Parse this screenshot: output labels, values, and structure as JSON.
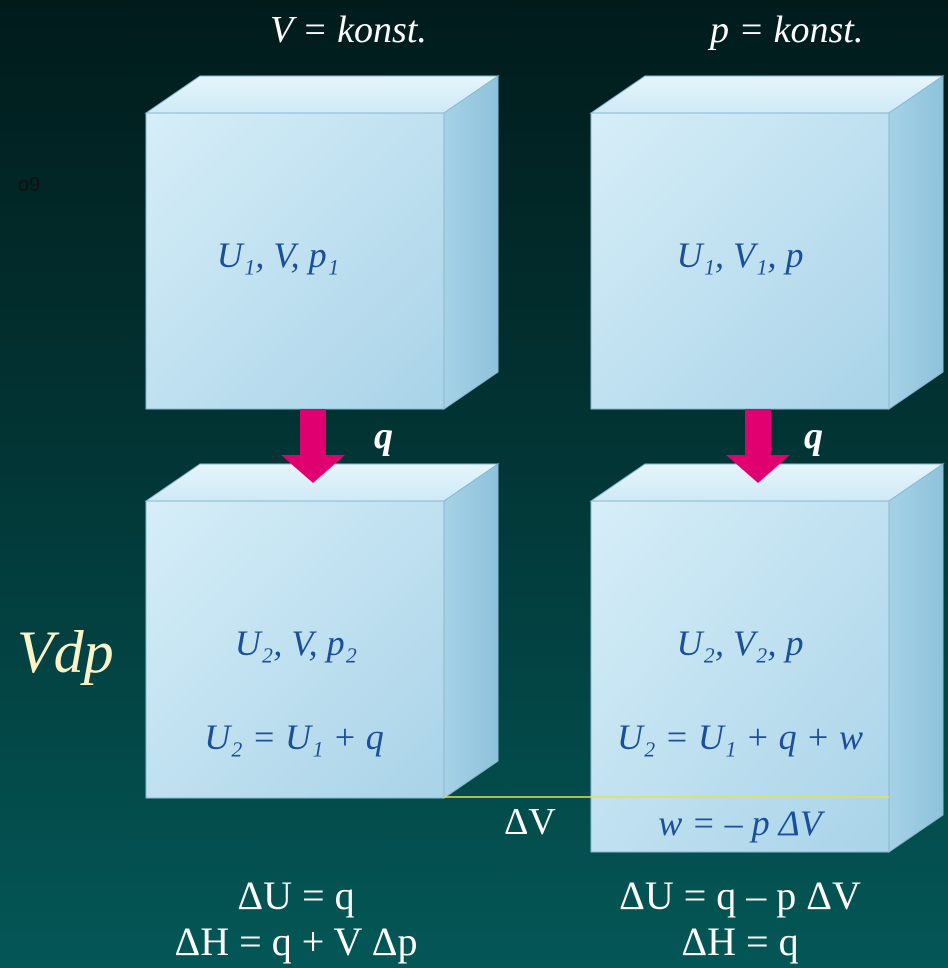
{
  "headers": {
    "left": "V = konst.",
    "right": "p = konst."
  },
  "side_label": "o9",
  "left_fragment": "- Vdp",
  "heat_label_left": "q",
  "heat_label_right": "q",
  "delta_v_label": "ΔV",
  "boxes": {
    "top_left": "U₁, V, p₁",
    "top_right": "U₁, V₁, p",
    "bottom_left_state": "U₂, V, p₂",
    "bottom_left_eq": "U₂ = U₁ + q",
    "bottom_right_state": "U₂, V₂, p",
    "bottom_right_eq": "U₂ = U₁ + q + w",
    "bottom_right_work": "w = – p ΔV"
  },
  "results": {
    "left_line1": "ΔU = q",
    "left_line2": "ΔH = q + V Δp",
    "right_line1": "ΔU = q – p ΔV",
    "right_line2": "ΔH = q"
  },
  "colors": {
    "arrow": "#e0006f",
    "box_front": "#bfe3f2",
    "box_side": "#9ccbe2",
    "box_top": "#d7eff9",
    "box_text": "#1a4f9a",
    "baseline": "#e8e04a"
  }
}
